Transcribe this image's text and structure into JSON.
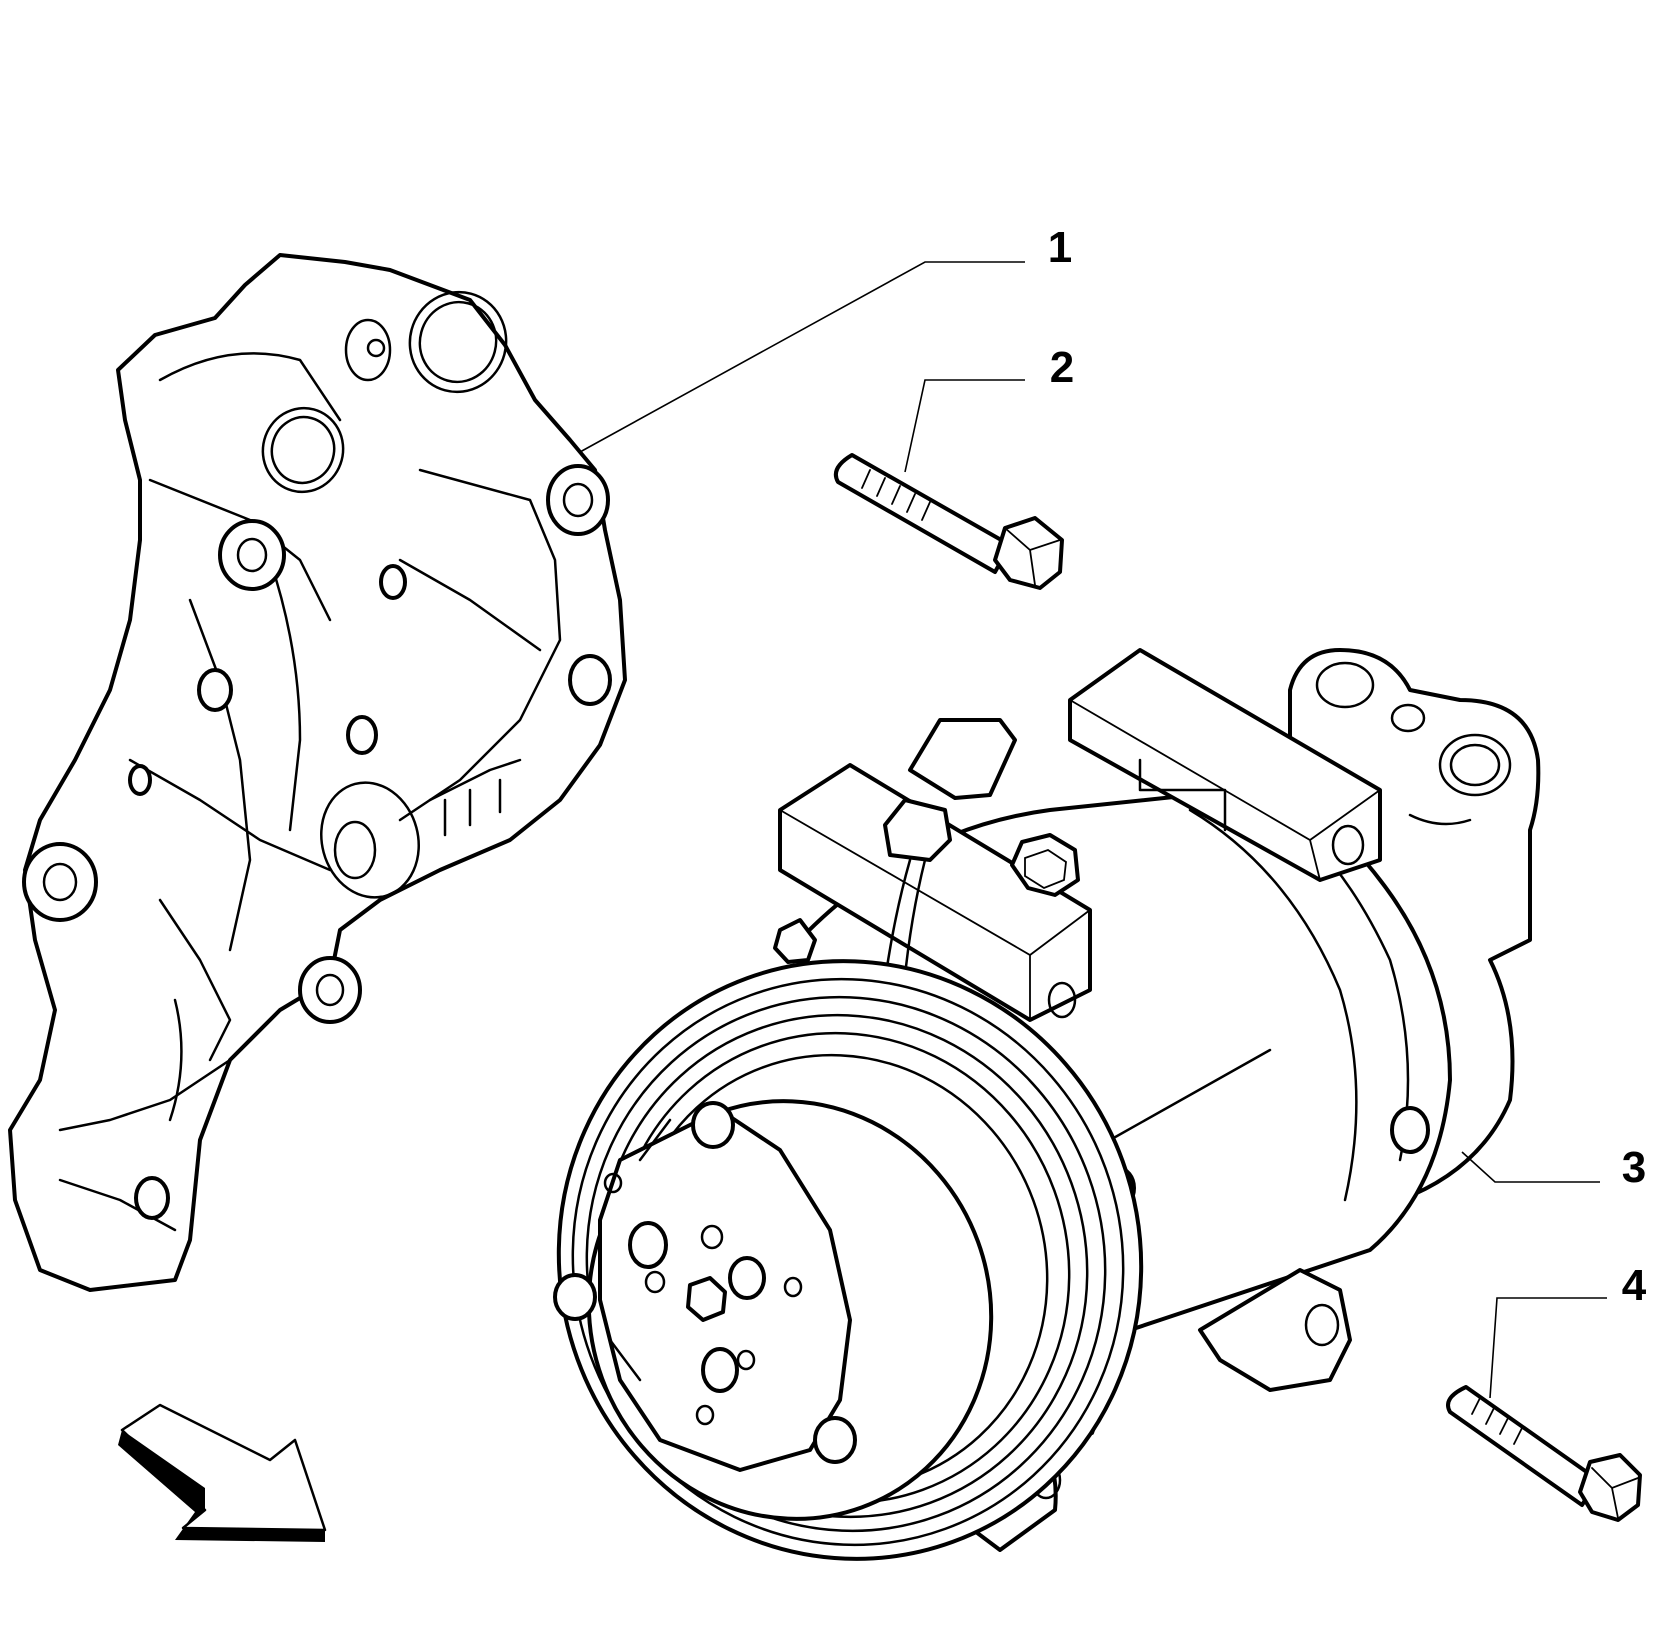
{
  "callouts": [
    {
      "id": "1",
      "label": "1",
      "part": "mounting-bracket"
    },
    {
      "id": "2",
      "label": "2",
      "part": "bracket-bolt"
    },
    {
      "id": "3",
      "label": "3",
      "part": "ac-compressor"
    },
    {
      "id": "4",
      "label": "4",
      "part": "compressor-bolt"
    }
  ],
  "colors": {
    "line": "#000000",
    "background": "#ffffff"
  },
  "icons": {
    "direction": "direction-arrow-icon"
  }
}
